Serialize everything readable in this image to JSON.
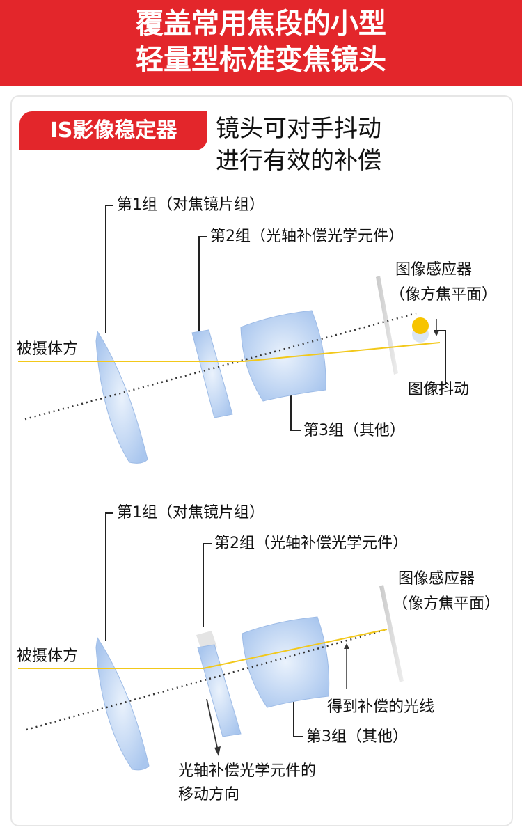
{
  "banner": {
    "line1": "覆盖常用焦段的小型",
    "line2": "轻量型标准变焦镜头"
  },
  "badge": "IS影像稳定器",
  "description": {
    "line1": "镜头可对手抖动",
    "line2": "进行有效的补偿"
  },
  "diagram_top": {
    "group1": "第1组（对焦镜片组）",
    "group2": "第2组（光轴补偿光学元件）",
    "group3": "第3组（其他）",
    "subject_side": "被摄体方",
    "sensor_line1": "图像感应器",
    "sensor_line2": "（像方焦平面）",
    "image_shake": "图像抖动"
  },
  "diagram_bottom": {
    "group1": "第1组（对焦镜片组）",
    "group2": "第2组（光轴补偿光学元件）",
    "group3": "第3组（其他）",
    "subject_side": "被摄体方",
    "sensor_line1": "图像感应器",
    "sensor_line2": "（像方焦平面）",
    "compensated_light": "得到补偿的光线",
    "move_line1": "光轴补偿光学元件的",
    "move_line2": "移动方向"
  },
  "colors": {
    "red": "#e3262b",
    "light_ray": "#f2c81a",
    "lens_blue": "#b8d0f0",
    "image_dot": "#f7c400"
  }
}
